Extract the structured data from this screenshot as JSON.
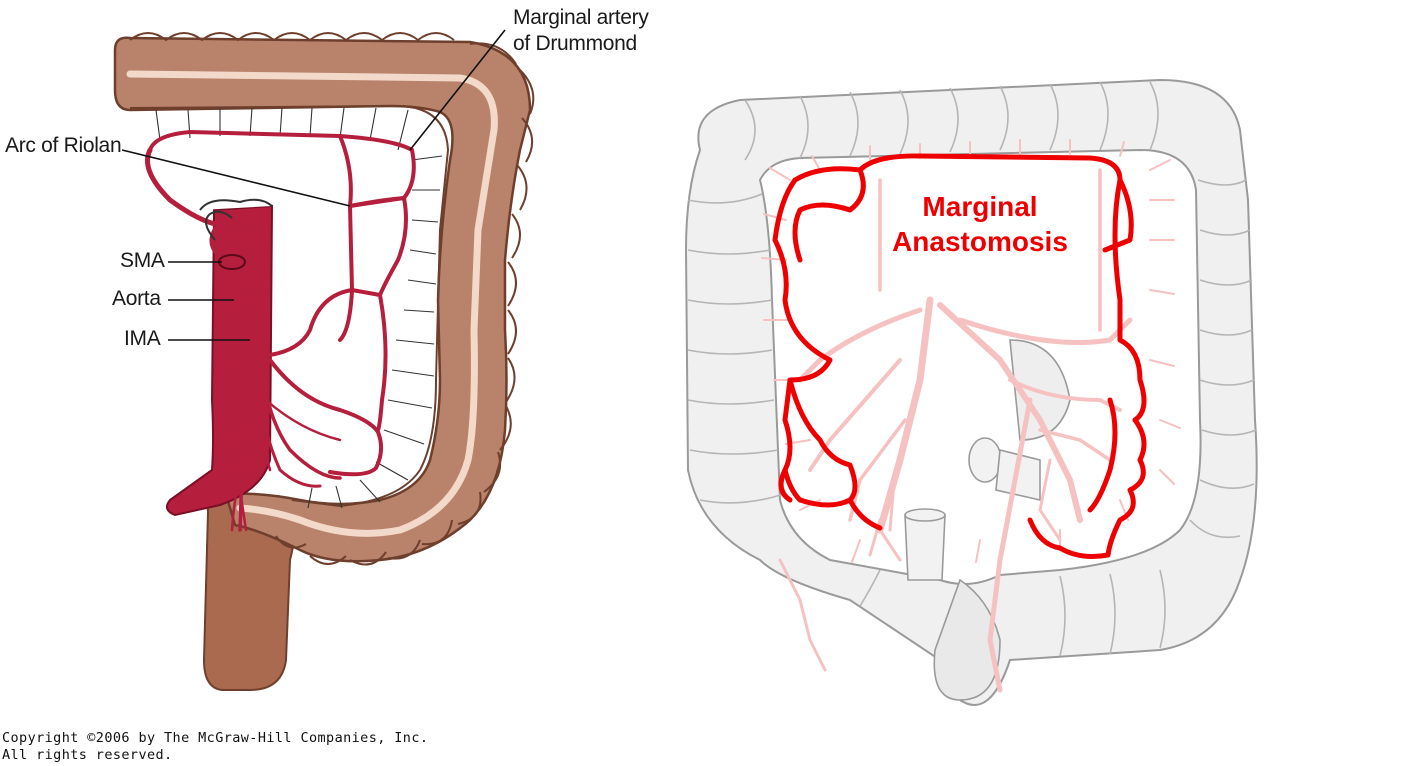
{
  "left_figure": {
    "labels": {
      "marginal_artery_line1": "Marginal artery",
      "marginal_artery_line2": "of Drummond",
      "arc_of_riolan": "Arc of Riolan",
      "sma": "SMA",
      "aorta": "Aorta",
      "ima": "IMA"
    },
    "copyright_line1": "Copyright ©2006 by The McGraw-Hill Companies, Inc.",
    "copyright_line2": "All rights reserved.",
    "colors": {
      "colon": "#b9826b",
      "colon_dark": "#8a5846",
      "mucosa_stripe": "#f3d9c9",
      "artery": "#b51e3c",
      "rectum": "#a96a4f"
    }
  },
  "right_figure": {
    "title_line1": "Marginal",
    "title_line2": "Anastomosis",
    "colors": {
      "marginal_arcade": "#ee0000",
      "vessels": "#f6c1c1",
      "colon_outline": "#9a9a9a",
      "colon_fill": "#f0f0f0"
    }
  }
}
